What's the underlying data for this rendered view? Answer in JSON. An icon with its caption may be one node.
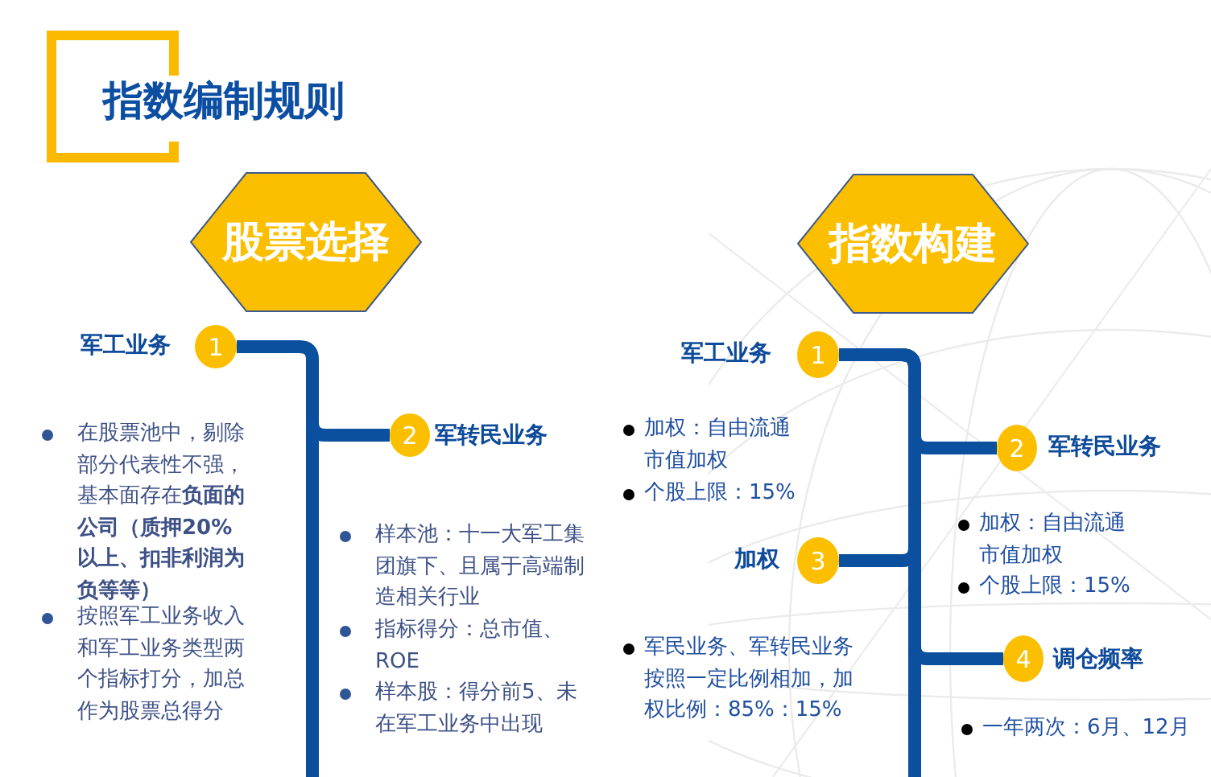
{
  "diagram": {
    "title": "指数编制规则",
    "nodes": [
      {
        "text": [
          "股票选择"
        ]
      },
      {
        "text": [
          "1"
        ],
        "beside": [
          "军工业务",
          "在股票池中，剔除部分代表性不强，基本面存在**负面的公司（质押20%以上、扣非利润为负等等）**",
          "按照军工业务收入和军工业务类型两个指标打分，加总作为股票总得分"
        ]
      },
      {
        "text": [
          "2"
        ],
        "beside": [
          "军转民业务",
          "样本池：十一大军工集团旗下、且属于高端制造相关行业",
          "指标得分：总市值、ROE",
          "样本股：得分前5、未在军工业务中出现"
        ]
      },
      {
        "text": [
          "指数构建"
        ]
      },
      {
        "text": [
          "1"
        ],
        "beside": [
          "军工业务",
          "加权：自由流通市值加权",
          "个股上限：15%"
        ]
      },
      {
        "text": [
          "2"
        ],
        "beside": [
          "军转民业务",
          "加权：自由流通市值加权",
          "个股上限：15%"
        ]
      },
      {
        "text": [
          "3"
        ],
        "beside": [
          "加权",
          "军民业务、军转民业务按照一定比例相加，加权比例：85%：15%"
        ]
      },
      {
        "text": [
          "4"
        ],
        "beside": [
          "调仓频率",
          "一年两次：6月、12月"
        ]
      }
    ],
    "edges": [
      {
        "from": 1,
        "to": 2,
        "arrow": "none"
      },
      {
        "from": 4,
        "to": 5,
        "arrow": "none"
      },
      {
        "from": 4,
        "to": 6,
        "arrow": "none"
      },
      {
        "from": 4,
        "to": 7,
        "arrow": "none"
      }
    ]
  }
}
